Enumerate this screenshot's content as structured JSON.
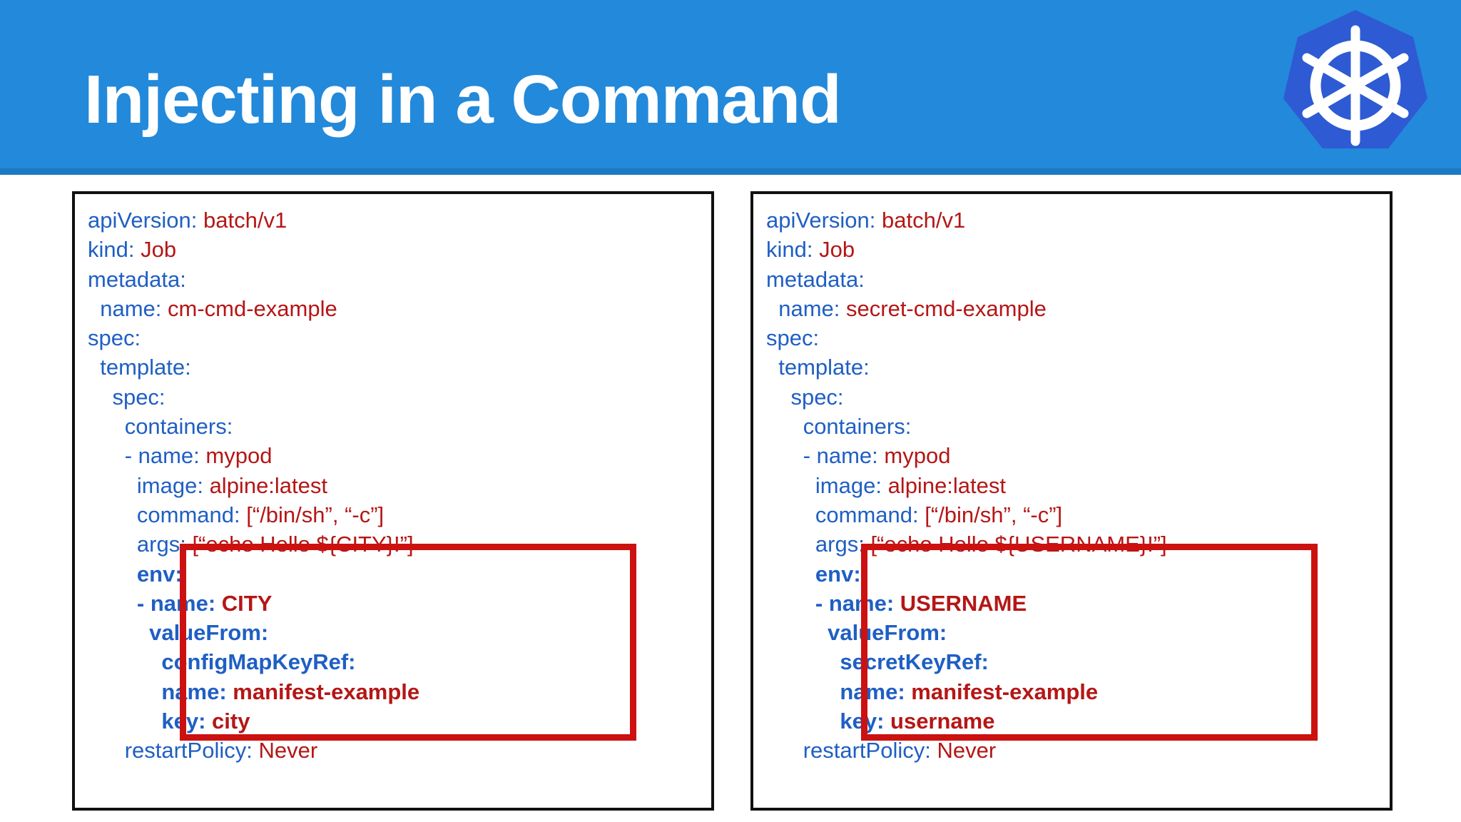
{
  "header": {
    "title": "Injecting in a Command",
    "background_color": "#2389da",
    "underline_color": "#1d79c4",
    "logo": "kubernetes-wheel-logo"
  },
  "theme": {
    "key_color": "#1f5fc4",
    "value_color": "#b51616",
    "highlight_box_color": "#cc1111",
    "panel_border_color": "#101010"
  },
  "panels": [
    {
      "id": "configmap-job-manifest",
      "lines": [
        {
          "indent": 0,
          "key": "apiVersion:",
          "value": " batch/v1",
          "bold": false
        },
        {
          "indent": 0,
          "key": "kind:",
          "value": " Job",
          "bold": false
        },
        {
          "indent": 0,
          "key": "metadata:",
          "value": "",
          "bold": false
        },
        {
          "indent": 1,
          "key": "name:",
          "value": " cm-cmd-example",
          "bold": false
        },
        {
          "indent": 0,
          "key": "spec:",
          "value": "",
          "bold": false
        },
        {
          "indent": 1,
          "key": "template:",
          "value": "",
          "bold": false
        },
        {
          "indent": 2,
          "key": "spec:",
          "value": "",
          "bold": false
        },
        {
          "indent": 3,
          "key": "containers:",
          "value": "",
          "bold": false
        },
        {
          "indent": 3,
          "key": "- name:",
          "value": " mypod",
          "bold": false
        },
        {
          "indent": 4,
          "key": "image:",
          "value": " alpine:latest",
          "bold": false
        },
        {
          "indent": 4,
          "key": "command:",
          "value": " [“/bin/sh”, “-c”]",
          "bold": false
        },
        {
          "indent": 4,
          "key": "args:",
          "value": " [“echo Hello ${CITY}!”]",
          "bold": false
        },
        {
          "indent": 4,
          "key": "env:",
          "value": "",
          "bold": true
        },
        {
          "indent": 4,
          "key": "- name:",
          "value": " CITY",
          "bold": true
        },
        {
          "indent": 5,
          "key": "valueFrom:",
          "value": "",
          "bold": true
        },
        {
          "indent": 6,
          "key": "configMapKeyRef:",
          "value": "",
          "bold": true
        },
        {
          "indent": 6,
          "key": "name:",
          "value": " manifest-example",
          "bold": true
        },
        {
          "indent": 6,
          "key": "key:",
          "value": " city",
          "bold": true
        },
        {
          "indent": 3,
          "key": "restartPolicy:",
          "value": " Never",
          "bold": false
        }
      ]
    },
    {
      "id": "secret-job-manifest",
      "lines": [
        {
          "indent": 0,
          "key": "apiVersion:",
          "value": " batch/v1",
          "bold": false
        },
        {
          "indent": 0,
          "key": "kind:",
          "value": " Job",
          "bold": false
        },
        {
          "indent": 0,
          "key": "metadata:",
          "value": "",
          "bold": false
        },
        {
          "indent": 1,
          "key": "name:",
          "value": " secret-cmd-example",
          "bold": false
        },
        {
          "indent": 0,
          "key": "spec:",
          "value": "",
          "bold": false
        },
        {
          "indent": 1,
          "key": "template:",
          "value": "",
          "bold": false
        },
        {
          "indent": 2,
          "key": "spec:",
          "value": "",
          "bold": false
        },
        {
          "indent": 3,
          "key": "containers:",
          "value": "",
          "bold": false
        },
        {
          "indent": 3,
          "key": "- name:",
          "value": " mypod",
          "bold": false
        },
        {
          "indent": 4,
          "key": "image:",
          "value": " alpine:latest",
          "bold": false
        },
        {
          "indent": 4,
          "key": "command:",
          "value": " [“/bin/sh”, “-c”]",
          "bold": false
        },
        {
          "indent": 4,
          "key": "args:",
          "value": " [“echo Hello ${USERNAME}!”]",
          "bold": false
        },
        {
          "indent": 4,
          "key": "env:",
          "value": "",
          "bold": true
        },
        {
          "indent": 4,
          "key": "- name:",
          "value": " USERNAME",
          "bold": true
        },
        {
          "indent": 5,
          "key": "valueFrom:",
          "value": "",
          "bold": true
        },
        {
          "indent": 6,
          "key": "secretKeyRef:",
          "value": "",
          "bold": true
        },
        {
          "indent": 6,
          "key": "name:",
          "value": " manifest-example",
          "bold": true
        },
        {
          "indent": 6,
          "key": "key:",
          "value": " username",
          "bold": true
        }
      ],
      "trailing": {
        "indent": 3,
        "key": "restartPolicy:",
        "value": " Never",
        "bold": false
      }
    }
  ]
}
